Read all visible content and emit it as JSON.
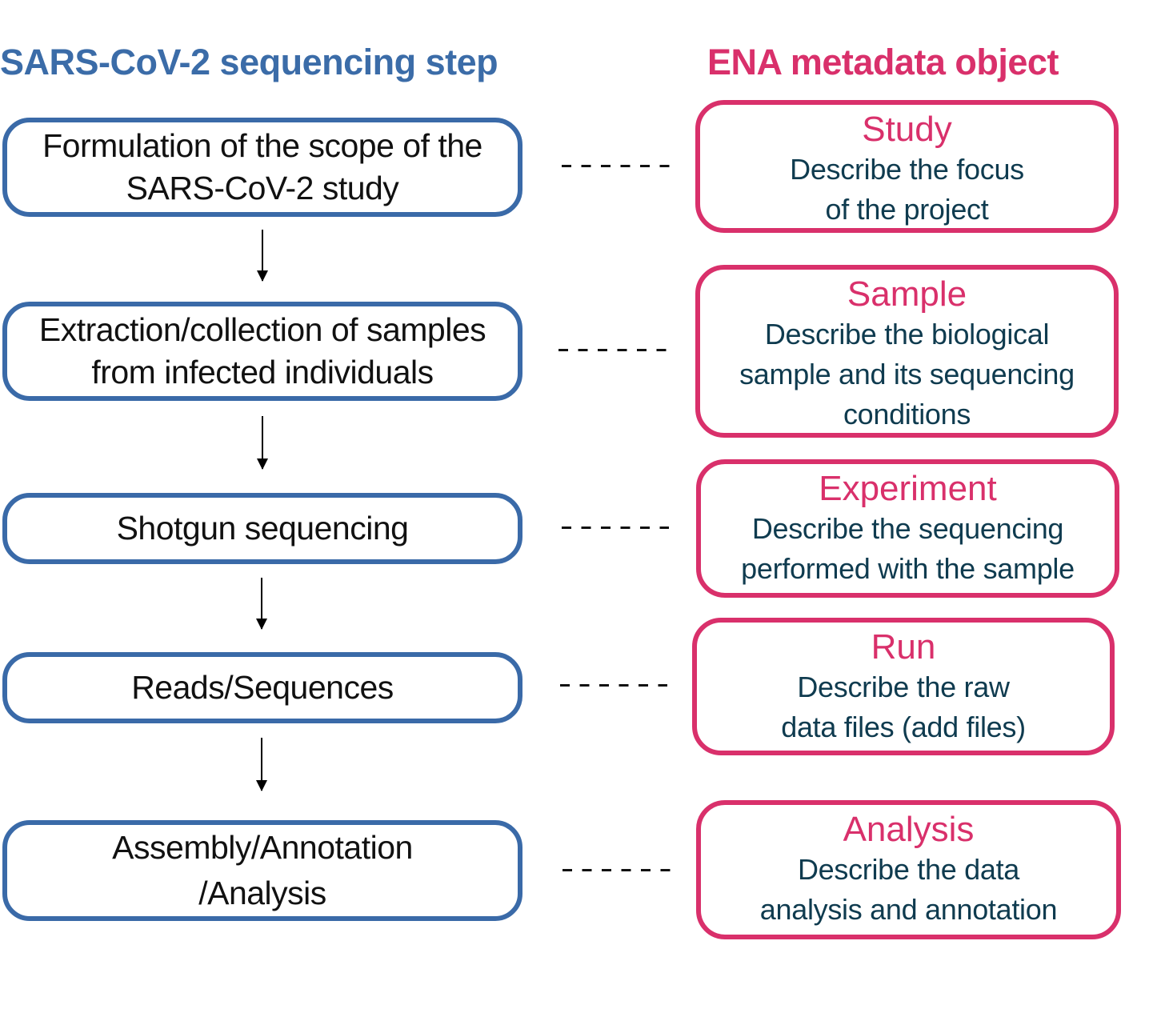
{
  "headings": {
    "left": "SARS-CoV-2 sequencing step",
    "right": "ENA metadata object"
  },
  "colors": {
    "step_accent": "#3a6aa8",
    "object_accent": "#d9306b",
    "description_text": "#0f3b4f"
  },
  "steps": [
    {
      "label": "Formulation of the scope of the\nSARS-CoV-2 study"
    },
    {
      "label": "Extraction/collection of samples\nfrom infected individuals"
    },
    {
      "label": "Shotgun sequencing"
    },
    {
      "label": "Reads/Sequences"
    },
    {
      "label": "Assembly/Annotation\n/Analysis"
    }
  ],
  "objects": [
    {
      "title": "Study",
      "description": "Describe the focus\nof the project"
    },
    {
      "title": "Sample",
      "description": "Describe the biological\nsample and its sequencing\nconditions"
    },
    {
      "title": "Experiment",
      "description": "Describe the sequencing\nperformed with the sample"
    },
    {
      "title": "Run",
      "description": "Describe the raw\ndata files (add files)"
    },
    {
      "title": "Analysis",
      "description": "Describe the data\nanalysis and annotation"
    }
  ]
}
